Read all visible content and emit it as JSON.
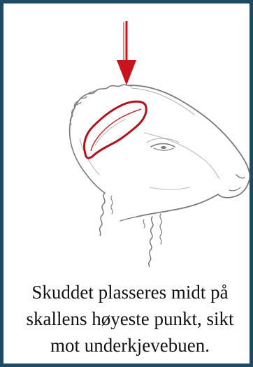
{
  "caption": {
    "lines": [
      "Skuddet plasseres midt på",
      "skallens høyeste punkt, sikt",
      "mot underkjevebuen."
    ]
  },
  "colors": {
    "border": "#1f4a66",
    "arrow": "#c8141e",
    "ear_outline": "#b3121c",
    "sketch": "#7a7a7a"
  },
  "icons": {
    "arrow": "down-arrow-icon",
    "head": "sheep-head-drawing"
  }
}
